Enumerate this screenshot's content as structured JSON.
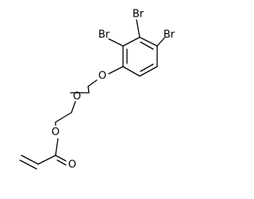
{
  "structure": {
    "atoms": {
      "br_top": "Br",
      "br_left": "Br",
      "br_right": "Br",
      "o_aryl_ether": "O",
      "o_ether": "O",
      "o_ester": "O",
      "o_carbonyl": "O"
    }
  }
}
